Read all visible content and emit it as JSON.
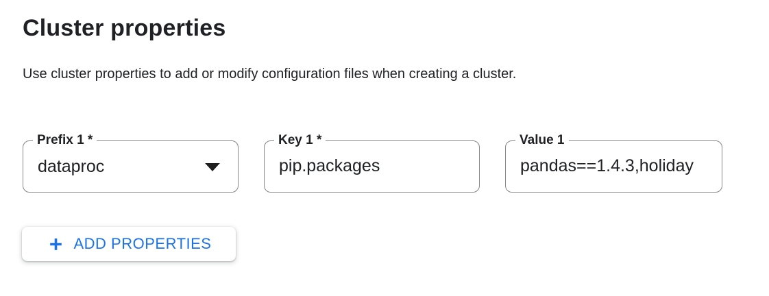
{
  "section": {
    "title": "Cluster properties",
    "description": "Use cluster properties to add or modify configuration files when creating a cluster."
  },
  "fields": [
    {
      "label": "Prefix 1 *",
      "value": "dataproc",
      "control": "dropdown",
      "icon": "arrow-drop-down-icon"
    },
    {
      "label": "Key 1 *",
      "value": "pip.packages",
      "control": "text-input"
    },
    {
      "label": "Value 1",
      "value": "pandas==1.4.3,holiday",
      "control": "text-input",
      "display_truncated": true
    }
  ],
  "button": {
    "label": "ADD PROPERTIES",
    "icon": "plus-icon"
  },
  "colors": {
    "accent_blue": "#1a73e8",
    "text": "#202124",
    "field_border": "#80868b",
    "background": "#ffffff"
  }
}
